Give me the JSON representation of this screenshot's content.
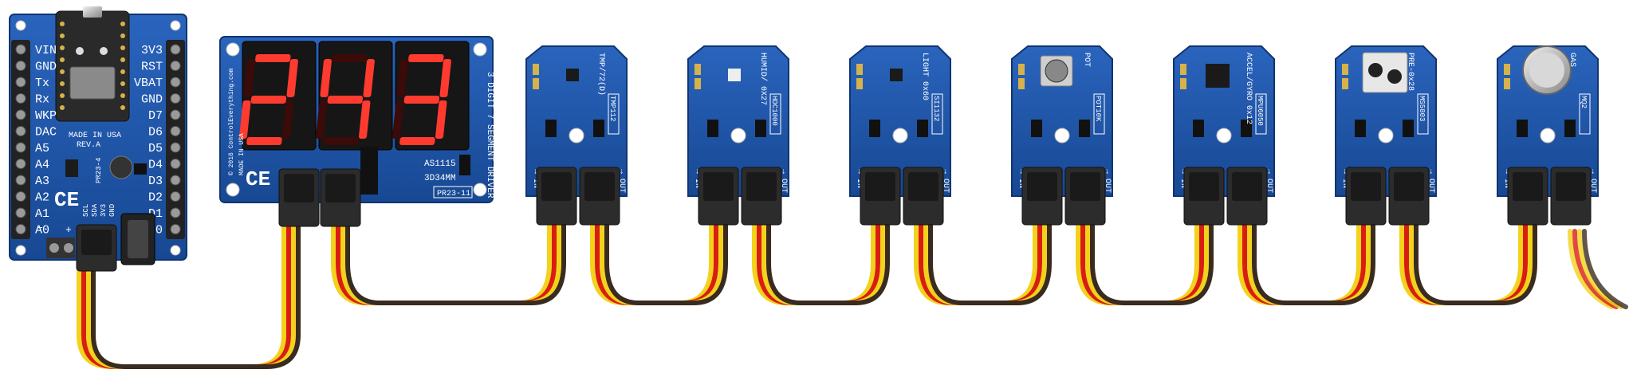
{
  "controller": {
    "left_pins": [
      "VIN",
      "GND",
      "Tx",
      "Rx",
      "WKP",
      "DAC",
      "A5",
      "A4",
      "A3",
      "A2",
      "A1",
      "A0"
    ],
    "right_pins": [
      "3V3",
      "RST",
      "VBAT",
      "GND",
      "D7",
      "D6",
      "D5",
      "D4",
      "D3",
      "D2",
      "D1",
      "D0"
    ],
    "made_in": "MADE IN USA",
    "rev": "REV.A",
    "part": "PR23-4",
    "i2c_pins": [
      "SCL",
      "SDA",
      "3V3",
      "GND"
    ],
    "logo": "CE"
  },
  "display": {
    "digits": [
      "2",
      "4",
      "3"
    ],
    "copyright": "© 2016 ControlEverything.com",
    "made_in": "MADE IN USA",
    "chip1": "AS1115",
    "chip2": "3D34MM",
    "part": "PR23-11",
    "title": "3 DIGIT 7 SEGMENT DRIVER",
    "logo": "CE"
  },
  "sensors": [
    {
      "label": "TMP/72(D)",
      "chip": "TMP112"
    },
    {
      "label": "HUMID/ 0X27",
      "chip": "HDC1000"
    },
    {
      "label": "LIGHT 0x60",
      "chip": "SI1132"
    },
    {
      "label": "POT",
      "chip": "POT10K"
    },
    {
      "label": "ACCEL/GYRO 0x12",
      "chip": "MPU6050"
    },
    {
      "label": "PRE-0x28",
      "chip": "MS5803"
    },
    {
      "label": "GAS",
      "chip": "MQ2"
    }
  ],
  "connector_labels": {
    "in": "IN",
    "out": "OUT"
  },
  "colors": {
    "board_blue": "#1f55a8",
    "wire_yellow": "#f3d21c",
    "wire_red": "#d91d12",
    "wire_black": "#3a2b20"
  }
}
